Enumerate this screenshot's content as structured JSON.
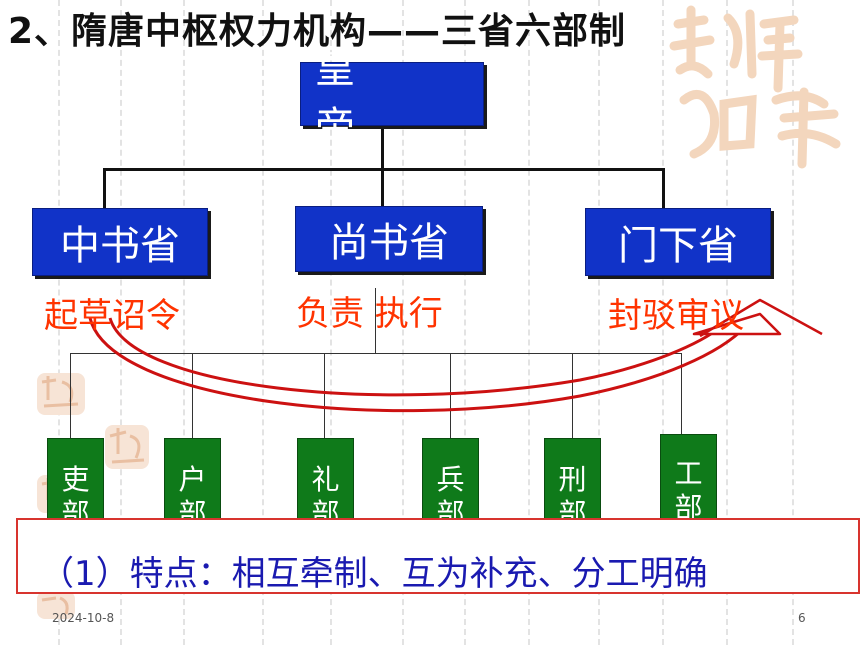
{
  "title": "2、隋唐中枢权力机构——三省六部制",
  "emperor": "皇　帝",
  "departments": [
    {
      "name": "中书省",
      "role": "起草诏令"
    },
    {
      "name": "尚书省",
      "role": "负责  执行"
    },
    {
      "name": "门下省",
      "role": "封驳审议"
    }
  ],
  "ministries": [
    "吏部",
    "户部",
    "礼部",
    "兵部",
    "刑部",
    "工部"
  ],
  "feature": "（1）特点：相互牵制、互为补充、分工明确",
  "footer": {
    "date": "2024-10-8",
    "page": "6"
  },
  "colors": {
    "department_box": "#1133c8",
    "ministry_box": "#0f7a1a",
    "role_text": "#ff3300",
    "feature_text": "#1a1ab0",
    "feature_border": "#d8342e",
    "arrow": "#cc1111"
  }
}
